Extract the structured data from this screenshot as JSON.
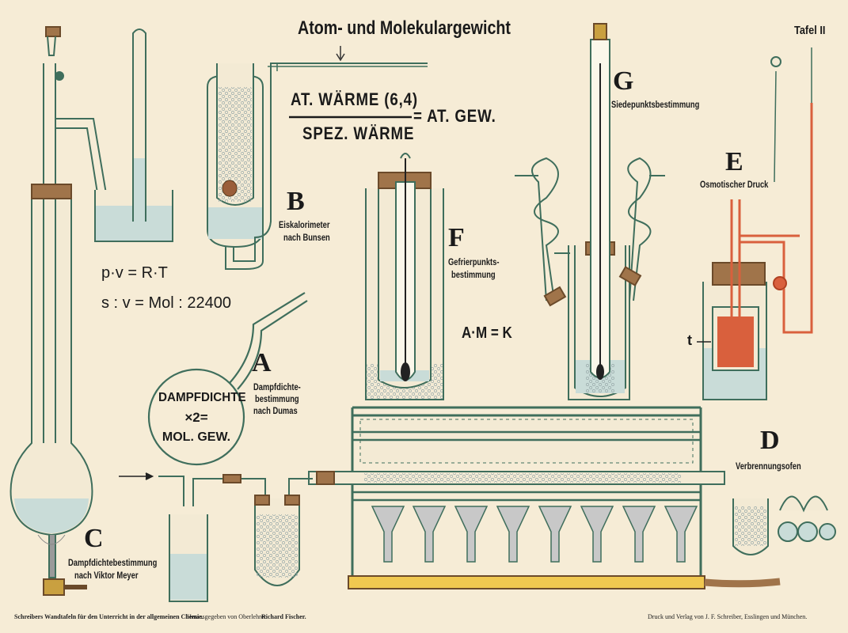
{
  "title": "Atom- und Molekulargewicht",
  "plate": "Tafel II",
  "formulas": {
    "atomic_heat_numerator": "AT. WÄRME (6,4)",
    "atomic_heat_denominator": "SPEZ. WÄRME",
    "atomic_heat_result": "= AT. GEW.",
    "gas_law": "p·v = R·T",
    "mol_volume": "s : v = Mol : 22400",
    "amk": "A·M = K",
    "vapor_density_1": "DAMPFDICHTE",
    "vapor_density_2": "×2=",
    "vapor_density_3": "MOL. GEW."
  },
  "apparatus": {
    "A": {
      "letter": "A",
      "line1": "Dampfdichte-",
      "line2": "bestimmung",
      "line3": "nach Dumas"
    },
    "B": {
      "letter": "B",
      "line1": "Eiskalorimeter",
      "line2": "nach Bunsen"
    },
    "C": {
      "letter": "C",
      "line1": "Dampfdichtebestimmung",
      "line2": "nach Viktor Meyer"
    },
    "D": {
      "letter": "D",
      "line1": "Verbrennungsofen"
    },
    "E": {
      "letter": "E",
      "line1": "Osmotischer Druck",
      "t_label": "t"
    },
    "F": {
      "letter": "F",
      "line1": "Gefrierpunkts-",
      "line2": "bestimmung"
    },
    "G": {
      "letter": "G",
      "line1": "Siedepunktsbestimmung"
    }
  },
  "footer": {
    "left_a": "Schreibers Wandtafeln für den Unterricht in der allgemeinen Chemie.",
    "left_b": "Herausgegeben von Oberlehrer",
    "left_c": "Richard Fischer.",
    "right": "Druck und Verlag von J. F. Schreiber, Esslingen und München."
  },
  "colors": {
    "paper": "#f6ecd6",
    "glass": "#3f6e5c",
    "liquid": "#c9dcd8",
    "cork": "#a0744a",
    "red_liquid": "#d9603d",
    "burner_yellow": "#f0c850"
  }
}
